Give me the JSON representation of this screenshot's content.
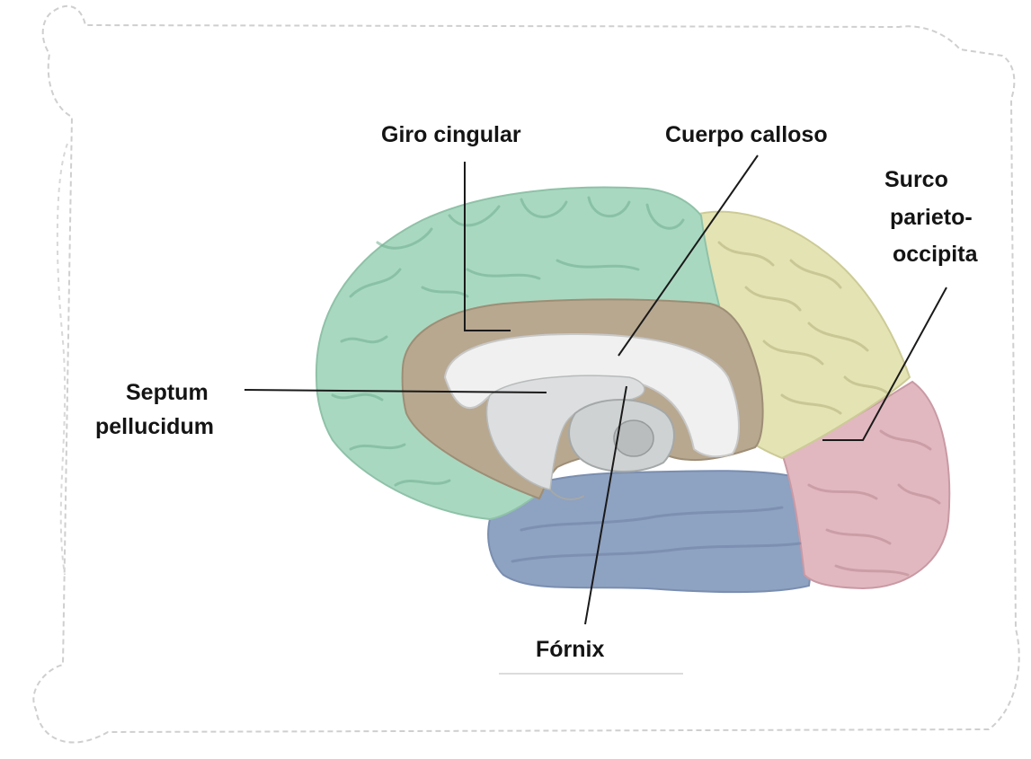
{
  "diagram": {
    "labels": {
      "giro_cingular": "Giro cingular",
      "cuerpo_calloso": "Cuerpo calloso",
      "surco_line1": "Surco",
      "surco_line2": "parieto-",
      "surco_line3": "occipita",
      "septum_line1": "Septum",
      "septum_line2": "pellucidum",
      "fornix": "Fórnix"
    },
    "region_colors": {
      "frontal": "#a9d8c0",
      "cingulate": "#b8a890",
      "parietal": "#e4e3b4",
      "occipital": "#e2b8c0",
      "temporal": "#8ea2c2",
      "corpus_callosum": "#f0f0f0",
      "deep_structures": "#cfd2d2"
    }
  }
}
